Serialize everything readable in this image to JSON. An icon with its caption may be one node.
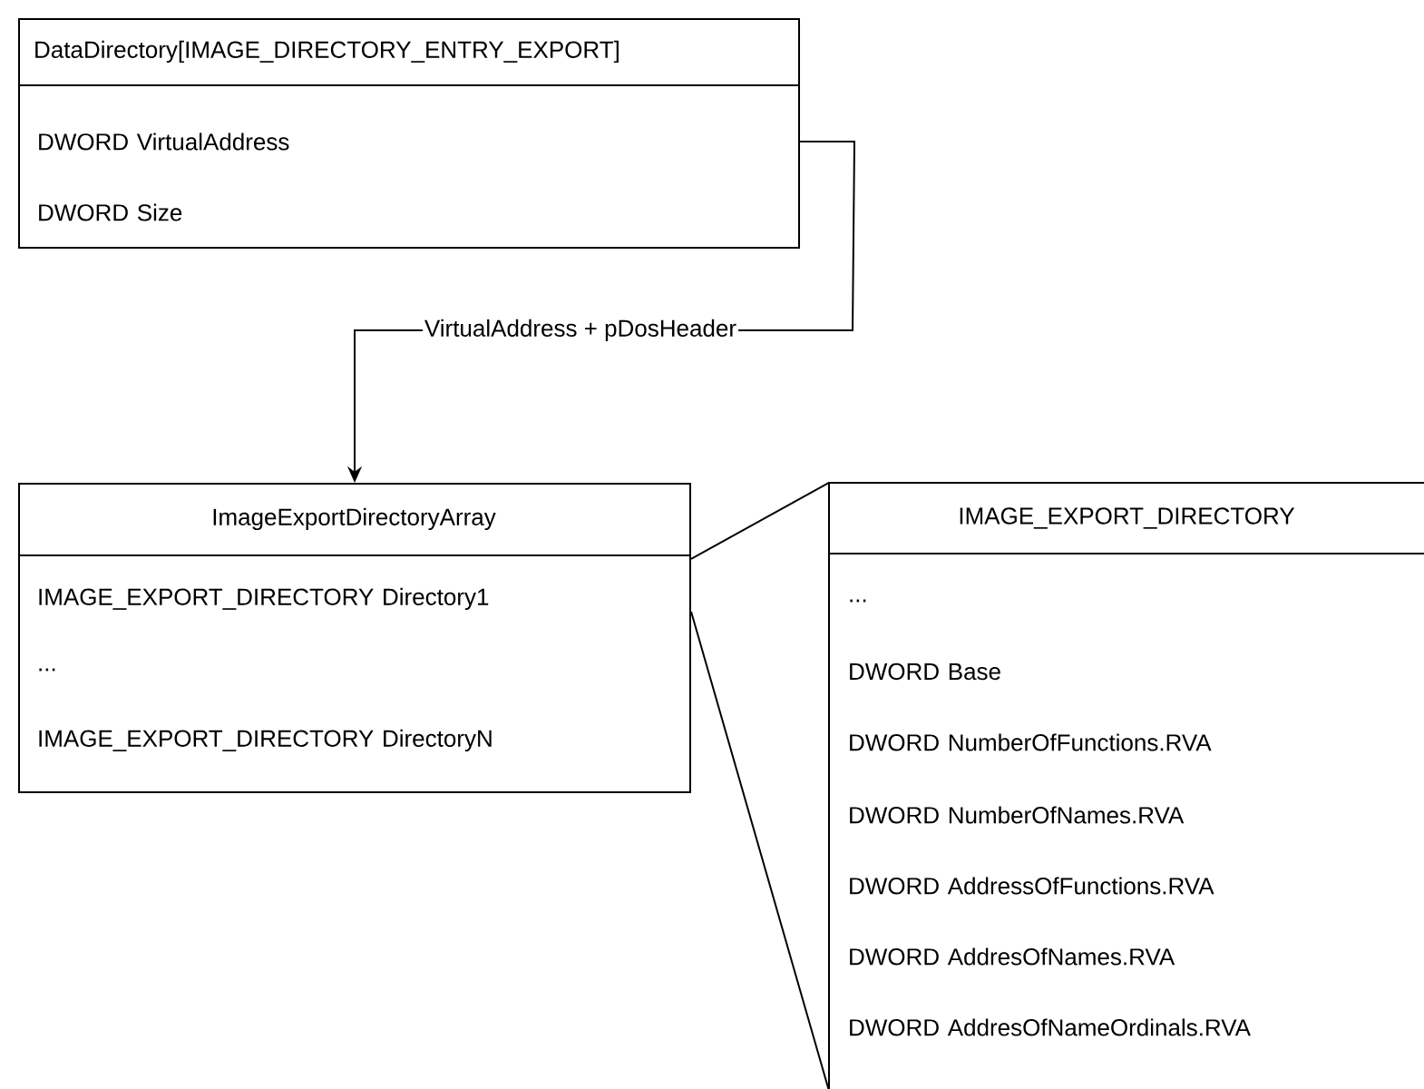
{
  "diagram": {
    "nodes": [
      {
        "text": [
          "DataDirectory[IMAGE_DIRECTORY_ENTRY_EXPORT]"
        ]
      },
      {
        "text": [
          "DWORD VirtualAddress"
        ],
        "in": 0
      },
      {
        "text": [
          "DWORD Size"
        ],
        "in": 0
      },
      {
        "text": [
          "ImageExportDirectoryArray"
        ]
      },
      {
        "text": [
          "IMAGE_EXPORT_DIRECTORY Directory1"
        ],
        "in": 3
      },
      {
        "text": [
          "..."
        ],
        "in": 3
      },
      {
        "text": [
          "IMAGE_EXPORT_DIRECTORY DirectoryN"
        ],
        "in": 3
      },
      {
        "text": [
          "IMAGE_EXPORT_DIRECTORY"
        ]
      },
      {
        "text": [
          "..."
        ],
        "in": 7
      },
      {
        "text": [
          "DWORD Base"
        ],
        "in": 7
      },
      {
        "text": [
          "DWORD NumberOfFunctions.RVA"
        ],
        "in": 7
      },
      {
        "text": [
          "DWORD NumberOfNames.RVA"
        ],
        "in": 7
      },
      {
        "text": [
          "DWORD AddressOfFunctions.RVA"
        ],
        "in": 7
      },
      {
        "text": [
          "DWORD AddresOfNames.RVA"
        ],
        "in": 7
      },
      {
        "text": [
          "DWORD AddresOfNameOrdinals.RVA"
        ],
        "in": 7
      }
    ],
    "edges": [
      {
        "from": 0,
        "to": 3,
        "arrow": "to",
        "label": "VirtualAddress + pDosHeader"
      },
      {
        "from": 3,
        "to": 7,
        "arrow": "none"
      },
      {
        "from": 3,
        "to": 7,
        "arrow": "none"
      }
    ]
  }
}
